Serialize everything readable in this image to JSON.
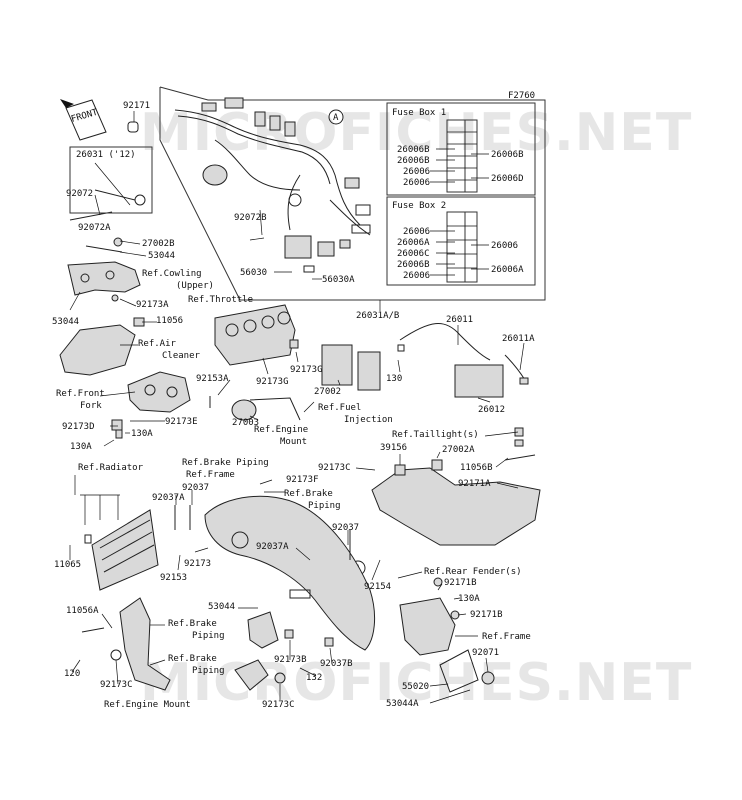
{
  "diagram_code": "F2760",
  "watermark_top": "MICROFICHES.NET",
  "watermark_bottom": "MICROFICHES.NET",
  "front_arrow": "FRONT",
  "callout_a": "A",
  "fuse_box_1": {
    "title": "Fuse Box 1",
    "left_labels": [
      "26006B",
      "26006B",
      "26006",
      "26006"
    ],
    "right_labels": [
      "26006B",
      "26006D"
    ]
  },
  "fuse_box_2": {
    "title": "Fuse Box 2",
    "left_labels": [
      "26006",
      "26006A",
      "26006C",
      "26006B",
      "26006"
    ],
    "right_labels": [
      "26006",
      "26006A"
    ]
  },
  "labels": {
    "p92171": "92171",
    "p26031_12": "26031 ('12)",
    "p92072": "92072",
    "p92072a": "92072A",
    "p27002b": "27002B",
    "p53044a": "53044",
    "ref_cowling": "Ref.Cowling",
    "ref_cowling_2": "(Upper)",
    "p92173a": "92173A",
    "p53044b": "53044",
    "p11056": "11056",
    "ref_air": "Ref.Air",
    "ref_air_2": "Cleaner",
    "ref_front": "Ref.Front",
    "ref_front_2": "Fork",
    "p92173d": "92173D",
    "p130a_1": "130A",
    "p92173e": "92173E",
    "p130a_2": "130A",
    "p92072b": "92072B",
    "p56030": "56030",
    "p56030a": "56030A",
    "ref_throttle": "Ref.Throttle",
    "p92173g_1": "92173G",
    "p92173g_2": "92173G",
    "p92153a": "92153A",
    "p27002": "27002",
    "p130": "130",
    "ref_fuel": "Ref.Fuel",
    "ref_fuel_2": "Injection",
    "p27003": "27003",
    "ref_engine_mount_1": "Ref.Engine",
    "ref_engine_mount_2": "Mount",
    "p26031ab": "26031A/B",
    "p26011": "26011",
    "p26011a": "26011A",
    "p26012": "26012",
    "ref_taillight": "Ref.Taillight(s)",
    "p39156": "39156",
    "p27002a": "27002A",
    "p11056b": "11056B",
    "p92171a": "92171A",
    "ref_radiator": "Ref.Radiator",
    "ref_brake_piping_1": "Ref.Brake Piping",
    "ref_frame_1": "Ref.Frame",
    "p92173f": "92173F",
    "ref_brake_piping_2": "Ref.Brake",
    "ref_brake_piping_2b": "Piping",
    "p92173c_1": "92173C",
    "p92037_1": "92037",
    "p92037a_1": "92037A",
    "p92037_2": "92037",
    "p92037a_2": "92037A",
    "p11065": "11065",
    "p92153": "92153",
    "p92173": "92173",
    "p92154": "92154",
    "ref_rear_fender": "Ref.Rear Fender(s)",
    "p92171b_1": "92171B",
    "p130a_3": "130A",
    "p92171b_2": "92171B",
    "ref_frame_2": "Ref.Frame",
    "p11056a": "11056A",
    "p53044c": "53044",
    "ref_brake_piping_3": "Ref.Brake",
    "ref_brake_piping_3b": "Piping",
    "ref_brake_piping_4": "Ref.Brake",
    "ref_brake_piping_4b": "Piping",
    "p120": "120",
    "p92173c_2": "92173C",
    "p92173b": "92173B",
    "p92037b": "92037B",
    "p132": "132",
    "p92173c_3": "92173C",
    "ref_engine_mount_3": "Ref.Engine Mount",
    "p92071": "92071",
    "p55020": "55020",
    "p53044a_last": "53044A"
  }
}
